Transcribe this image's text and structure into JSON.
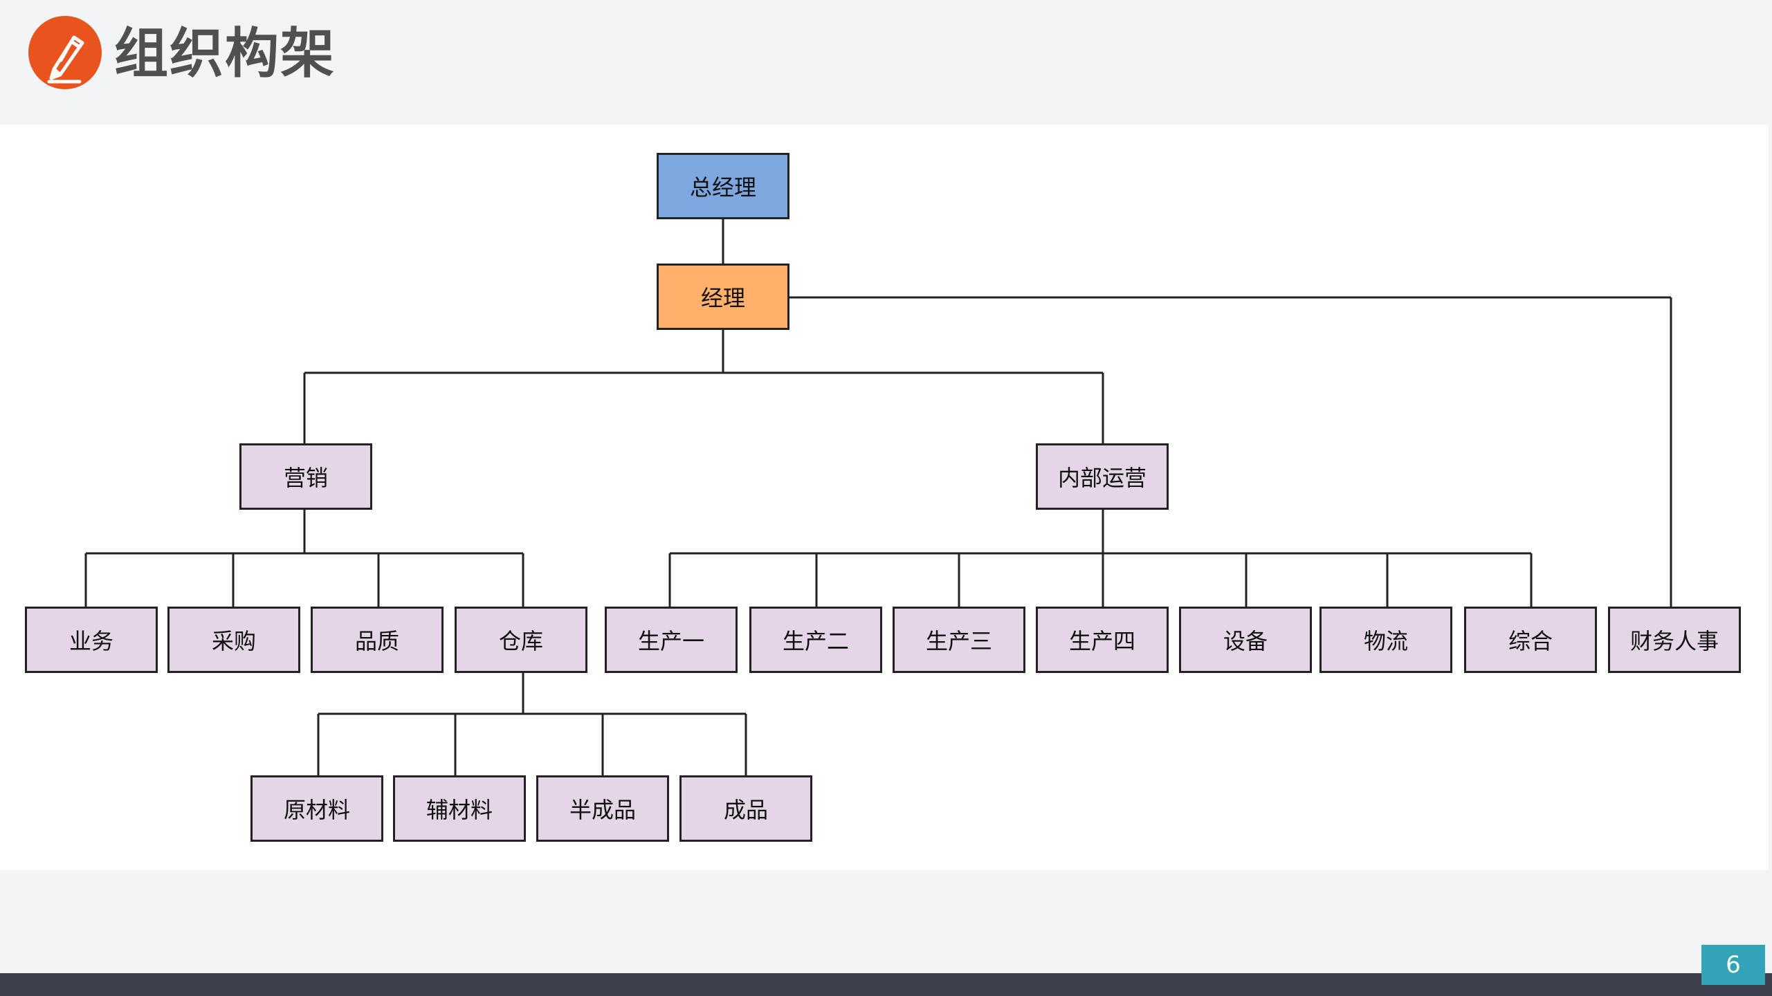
{
  "header": {
    "title": "组织构架",
    "logo_icon": "pencil-icon",
    "accent_color": "#e8531e"
  },
  "org_chart": {
    "ceo": "总经理",
    "manager": "经理",
    "marketing": {
      "label": "营销",
      "children": [
        "业务",
        "采购",
        "品质",
        "仓库"
      ]
    },
    "warehouse_children": [
      "原材料",
      "辅材料",
      "半成品",
      "成品"
    ],
    "operations": {
      "label": "内部运营",
      "children": [
        "生产一",
        "生产二",
        "生产三",
        "生产四",
        "设备",
        "物流",
        "综合"
      ]
    },
    "finance_hr": "财务人事",
    "colors": {
      "ceo": "#7da7df",
      "manager": "#ffb06a",
      "department": "#e4d5e7"
    }
  },
  "footer": {
    "page_number": "6",
    "badge_color": "#33a3b8"
  }
}
